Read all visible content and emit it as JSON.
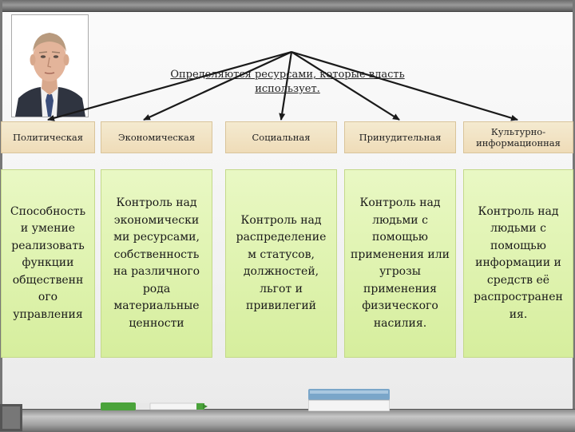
{
  "diagram": {
    "main_label": "Определяются ресурсами, которые власть использует.",
    "colors": {
      "head_box": "#efdcb8",
      "desc_box": "#d6ee9d",
      "arrow": "#1a1a1a"
    },
    "columns": [
      {
        "header": "Политическая",
        "description": "Способность и умение реализовать функции общественн ого управления"
      },
      {
        "header": "Экономическая",
        "description": "Контроль над экономически ми ресурсами, собственность на различного рода материальные ценности"
      },
      {
        "header": "Социальная",
        "description": "Контроль над распределение м статусов, должностей, льгот и привилегий"
      },
      {
        "header": "Принудительная",
        "description": "Контроль над людьми с помощью применения или угрозы применения физического насилия."
      },
      {
        "header": "Культурно-информационная",
        "description": "Контроль над людьми с помощью информации и средств её распространен ия."
      }
    ]
  },
  "decor": {
    "portrait": "portrait-photo",
    "marker": "green-marker-icon",
    "eraser": "board-eraser-icon"
  }
}
